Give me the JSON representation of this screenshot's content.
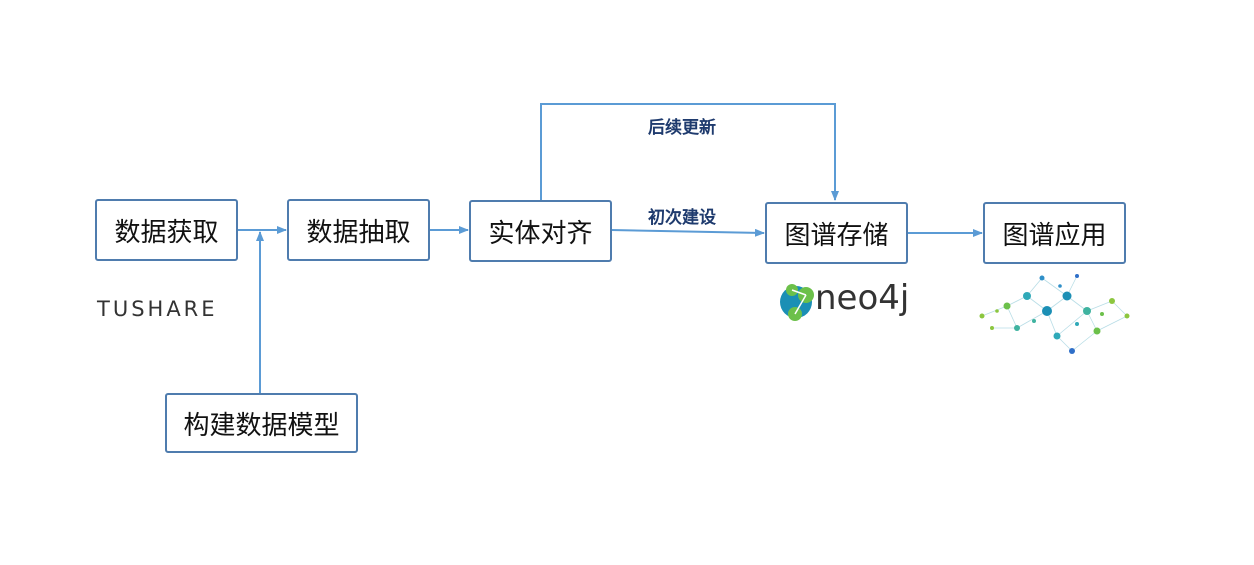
{
  "nodes": {
    "data_acquisition": "数据获取",
    "data_extraction": "数据抽取",
    "entity_alignment": "实体对齐",
    "graph_storage": "图谱存储",
    "graph_application": "图谱应用",
    "build_data_model": "构建数据模型"
  },
  "edge_labels": {
    "subsequent_update": "后续更新",
    "initial_build": "初次建设"
  },
  "logos": {
    "tushare": "TUSHARE",
    "neo4j": "neo4j"
  },
  "colors": {
    "box_border": "#4f7cae",
    "arrow": "#5b9bd5",
    "label_text": "#1f3b6e",
    "tushare_accent": "#f5a623",
    "neo4j_blue": "#1b8fb5",
    "neo4j_green": "#6cc04a"
  }
}
